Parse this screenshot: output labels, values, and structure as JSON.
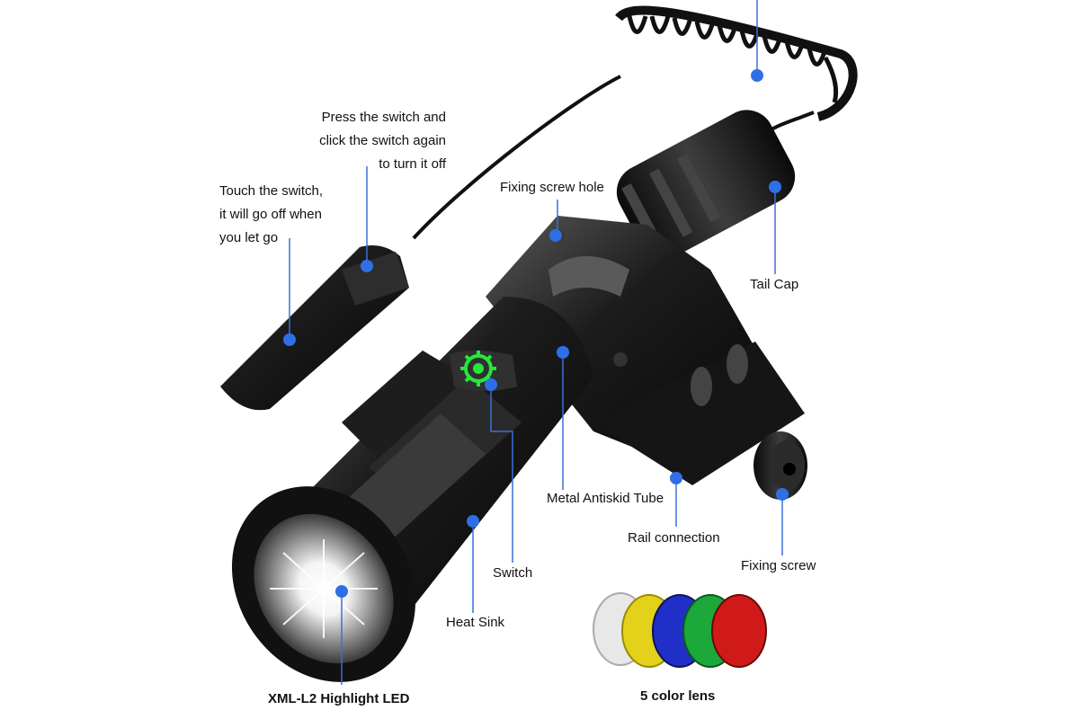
{
  "labels": {
    "press_switch": [
      "Press the switch and",
      "click the switch again",
      "to turn it off"
    ],
    "touch_switch": [
      "Touch the switch,",
      "it will go off when",
      "you let go"
    ],
    "fixing_screw_hole": "Fixing screw hole",
    "tail_cap": "Tail Cap",
    "metal_antiskid_tube": "Metal Antiskid Tube",
    "rail_connection": "Rail connection",
    "fixing_screw": "Fixing screw",
    "switch": "Switch",
    "heat_sink": "Heat Sink",
    "led": "XML-L2 Highlight LED",
    "lens": "5 color lens"
  },
  "colors": {
    "callout_dot": "#2f6fe6",
    "callout_line": "#3c6fd8",
    "body_metal": "#1b1b1b",
    "lens_colors": [
      "#e6e6e6",
      "#e4d21a",
      "#1f2fc7",
      "#1ca83a",
      "#d01a1a"
    ]
  },
  "icons": {
    "switch_emblem": "green-gear-icon"
  }
}
